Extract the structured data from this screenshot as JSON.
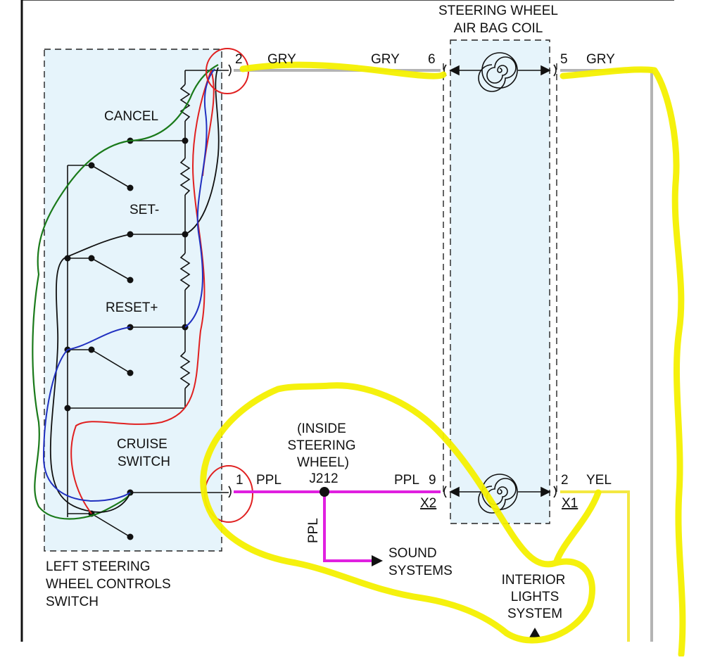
{
  "coil": {
    "title_line1": "STEERING WHEEL",
    "title_line2": "AIR BAG COIL",
    "top_left_pin": "6",
    "top_right_pin": "5",
    "bottom_left_pin": "9",
    "bottom_right_pin": "2",
    "bottom_left_connector": "X2",
    "bottom_right_connector": "X1"
  },
  "switch": {
    "label_line1": "LEFT STEERING",
    "label_line2": "WHEEL CONTROLS",
    "label_line3": "SWITCH",
    "pin_top": "2",
    "pin_bottom": "1",
    "positions": {
      "cancel": "CANCEL",
      "set": "SET-",
      "reset": "RESET+",
      "cruise_line1": "CRUISE",
      "cruise_line2": "SWITCH"
    }
  },
  "wires": {
    "gry_left": "GRY",
    "gry_mid": "GRY",
    "gry_right": "GRY",
    "ppl_left": "PPL",
    "ppl_right": "PPL",
    "ppl_down": "PPL",
    "yel": "YEL"
  },
  "splice": {
    "note_line1": "(INSIDE",
    "note_line2": "STEERING",
    "note_line3": "WHEEL)",
    "id": "J212"
  },
  "destinations": {
    "sound_line1": "SOUND",
    "sound_line2": "SYSTEMS",
    "interior_line1": "INTERIOR",
    "interior_line2": "LIGHTS",
    "interior_line3": "SYSTEM"
  },
  "colors": {
    "gry_wire": "#b4b4b4",
    "ppl_wire": "#e020e0",
    "yel_wire": "#f4e842",
    "highlight": "#f4f000",
    "box_fill": "#e6f4fb",
    "annotation_red": "#e02020",
    "annotation_green": "#1a7a1a",
    "annotation_blue": "#2030c0"
  }
}
